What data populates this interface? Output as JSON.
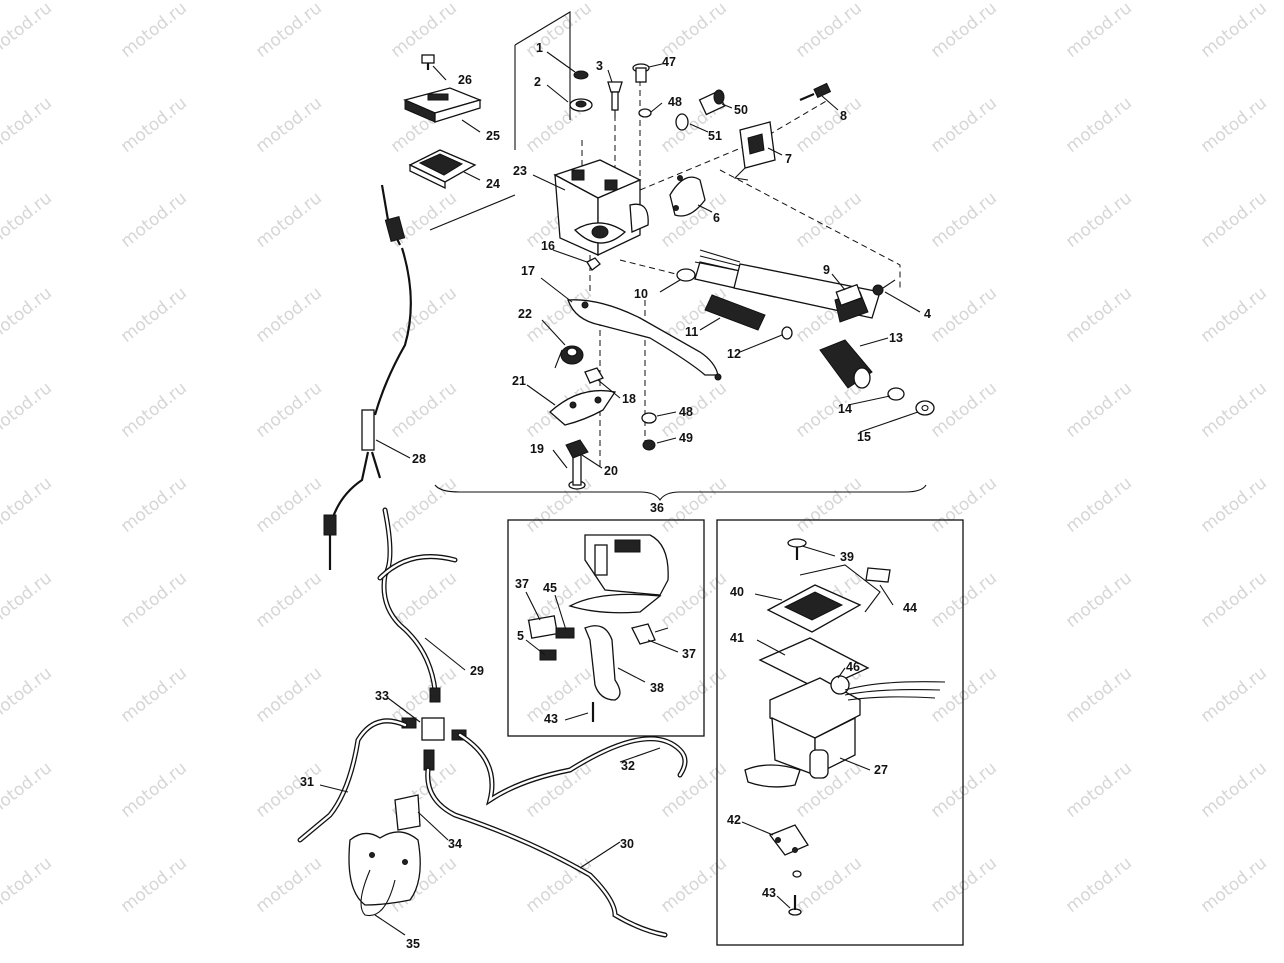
{
  "watermark": "motod.ru",
  "parts": {
    "p1": "1",
    "p2": "2",
    "p3": "3",
    "p4": "4",
    "p5": "5",
    "p6": "6",
    "p7": "7",
    "p8": "8",
    "p9": "9",
    "p10": "10",
    "p11": "11",
    "p12": "12",
    "p13": "13",
    "p14": "14",
    "p15": "15",
    "p16": "16",
    "p17": "17",
    "p18": "18",
    "p19": "19",
    "p20": "20",
    "p21": "21",
    "p22": "22",
    "p23": "23",
    "p24": "24",
    "p25": "25",
    "p26": "26",
    "p27": "27",
    "p28": "28",
    "p29": "29",
    "p30": "30",
    "p31": "31",
    "p32": "32",
    "p33": "33",
    "p34": "34",
    "p35": "35",
    "p36": "36",
    "p37a": "37",
    "p37b": "37",
    "p38": "38",
    "p39": "39",
    "p40": "40",
    "p41": "41",
    "p42": "42",
    "p43a": "43",
    "p43b": "43",
    "p44": "44",
    "p45": "45",
    "p46": "46",
    "p47": "47",
    "p48a": "48",
    "p48b": "48",
    "p49": "49",
    "p50": "50",
    "p51": "51"
  }
}
